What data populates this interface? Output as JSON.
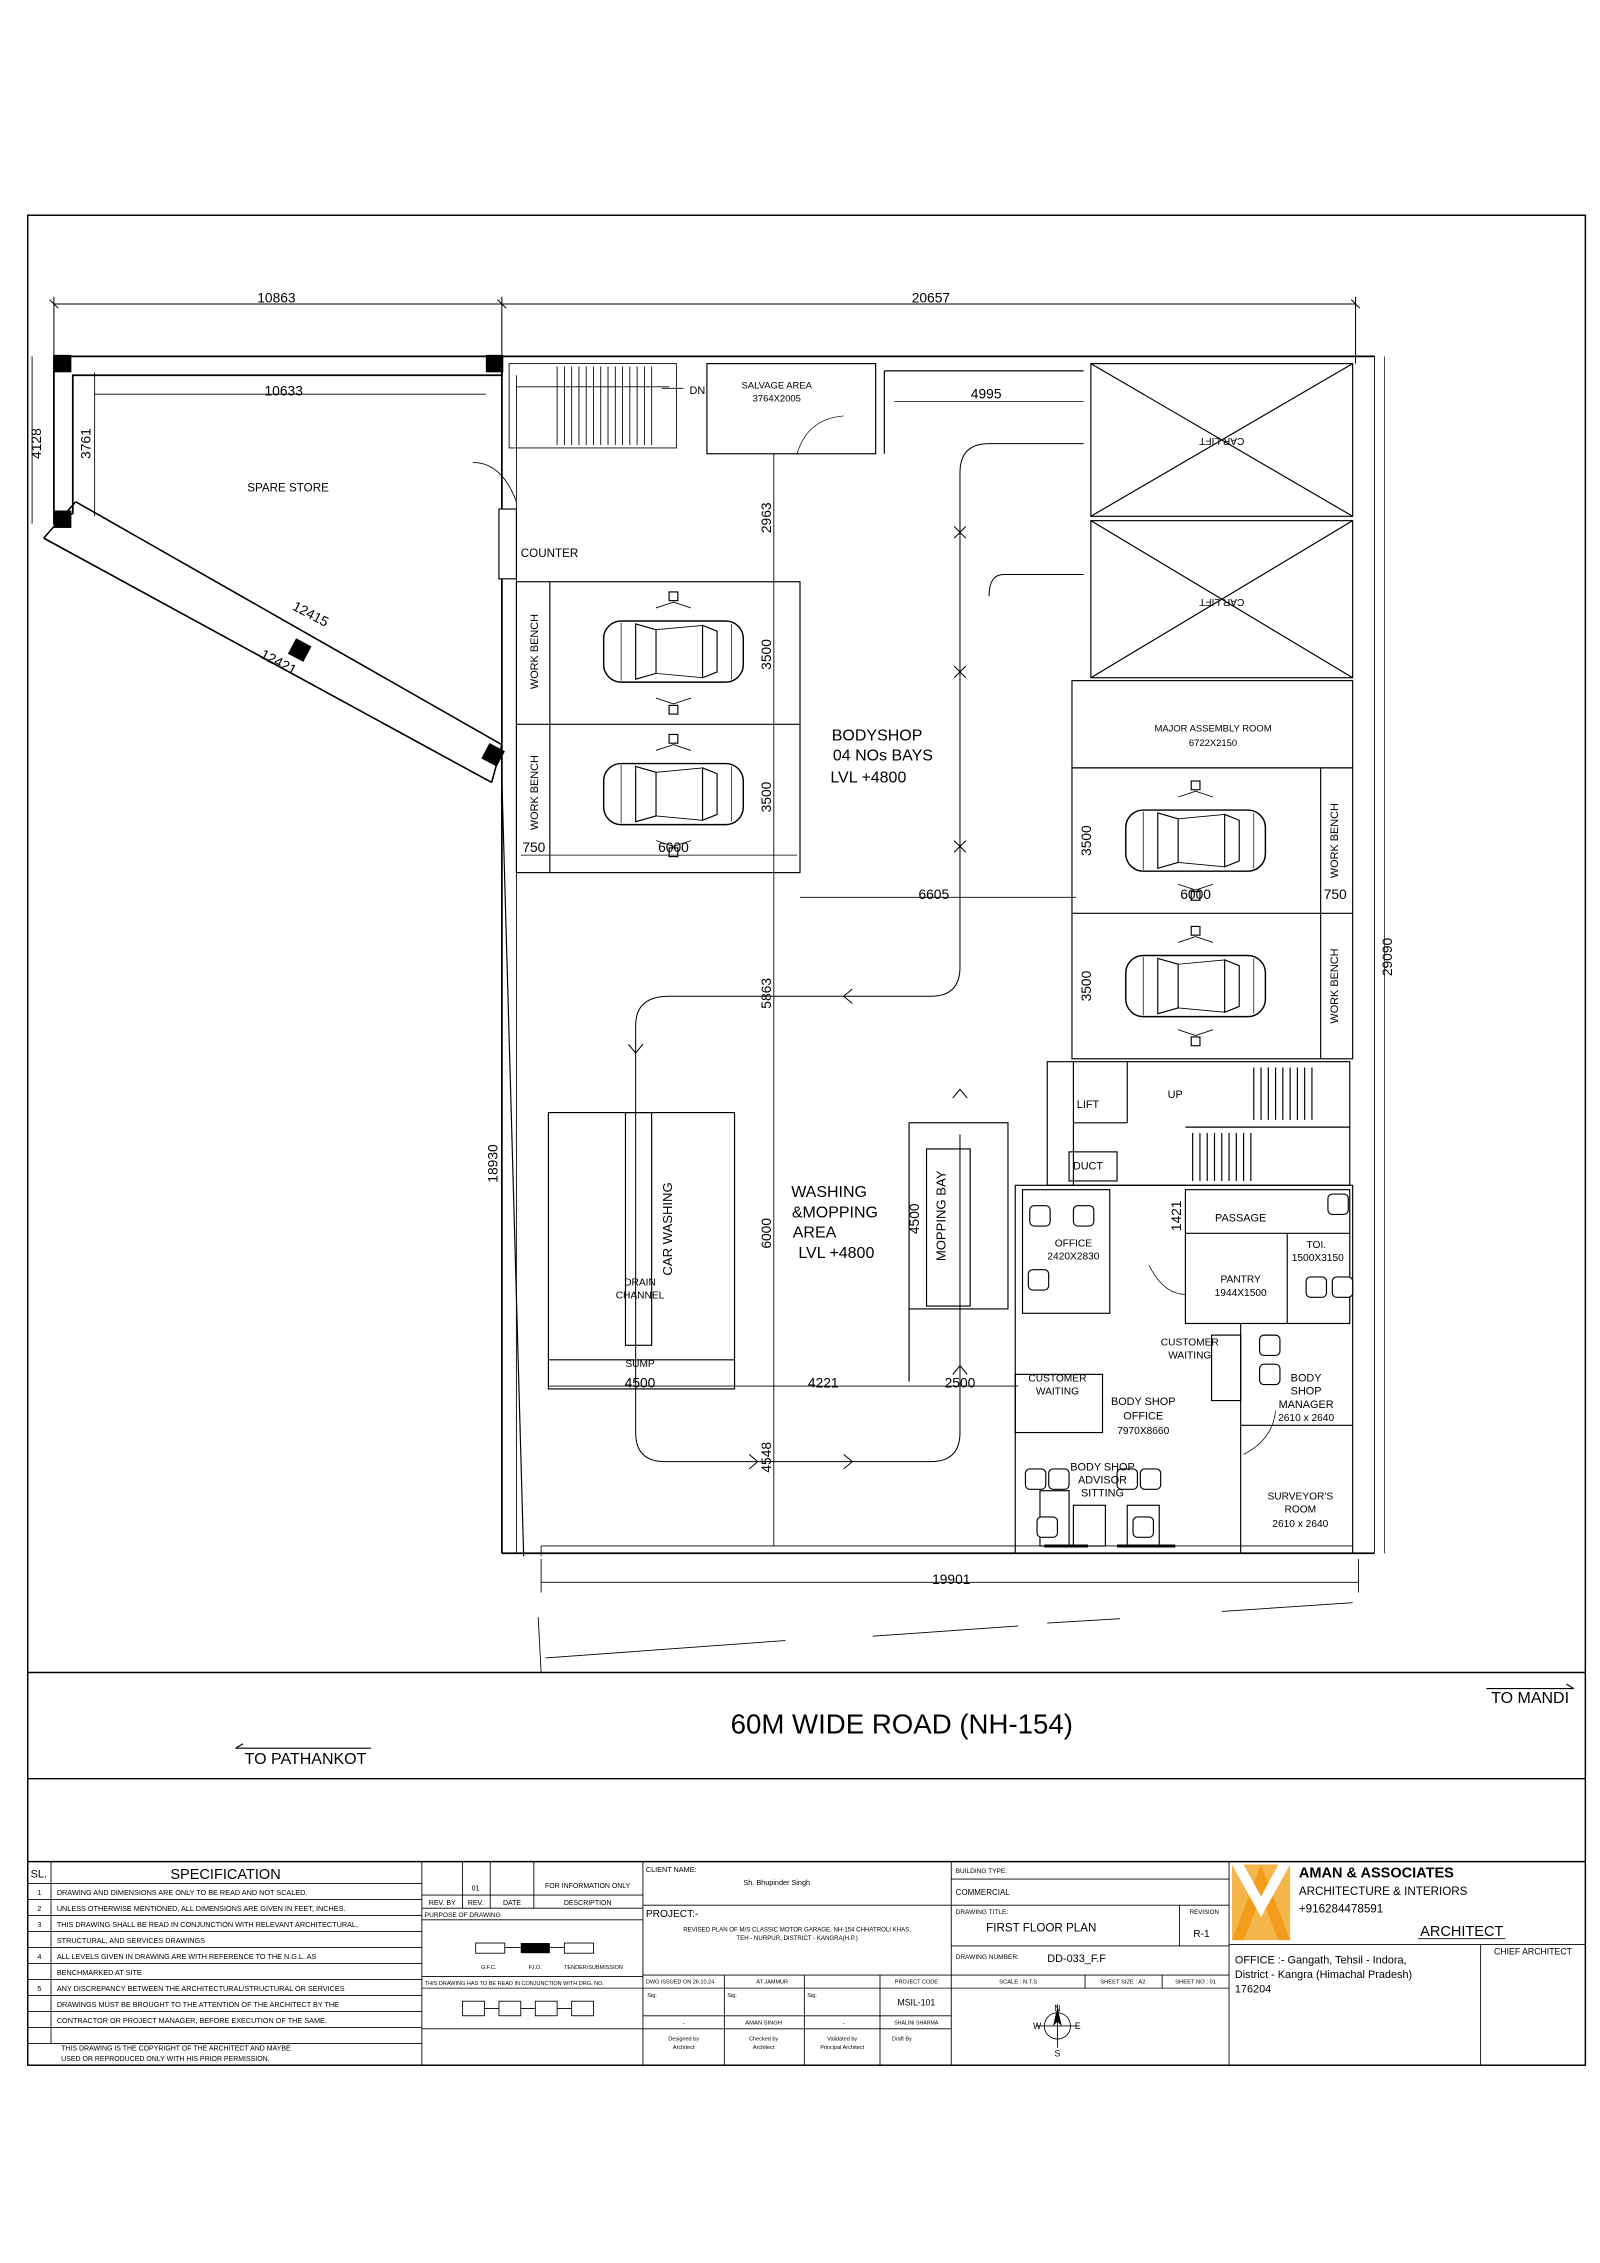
{
  "dimensions": {
    "top_left": "10863",
    "top_right": "20657",
    "store_width": "10633",
    "store_height_outer": "4128",
    "store_height_inner": "3761",
    "diag_outer": "12415",
    "diag_inner": "12421",
    "lane_right": "4995",
    "bay_gap_top": "2963",
    "bay1": "3500",
    "bay2": "3500",
    "bench_left": "750",
    "bay_len_left": "6000",
    "mid_span": "6605",
    "bay_len_right": "6000",
    "bench_right": "750",
    "bay3": "3500",
    "bay4": "3500",
    "overall_right": "29090",
    "lane_mid": "5863",
    "left_long": "18930",
    "wash_len": "6000",
    "mop_len": "4500",
    "passage_h": "1421",
    "wash_w": "4500",
    "mid_w": "4221",
    "mop_w": "2500",
    "bottom_lane": "4548",
    "overall_bottom": "19901"
  },
  "rooms": {
    "spare_store": "SPARE STORE",
    "dn": "DN",
    "salvage": "SALVAGE AREA",
    "salvage_size": "3764X2005",
    "counter": "COUNTER",
    "car_lift": "CAR LIFT",
    "work_bench": "WORK BENCH",
    "bodyshop_1": "BODYSHOP",
    "bodyshop_2": "04 NOs BAYS",
    "bodyshop_3": "LVL +4800",
    "major_room": "MAJOR ASSEMBLY ROOM",
    "major_size": "6722X2150",
    "lift": "LIFT",
    "up": "UP",
    "duct": "DUCT",
    "washing_1": "WASHING",
    "washing_2": "&MOPPING",
    "washing_3": "AREA",
    "washing_4": "LVL +4800",
    "car_washing": "CAR WASHING",
    "mopping_bay": "MOPPING BAY",
    "drain_1": "DRAIN",
    "drain_2": "CHANNEL",
    "sump": "SUMP",
    "office": "OFFICE",
    "office_size": "2420X2830",
    "passage": "PASSAGE",
    "toi": "TOI.",
    "toi_size": "1500X3150",
    "pantry": "PANTRY",
    "pantry_size": "1944X1500",
    "cust_wait_a1": "CUSTOMER",
    "cust_wait_a2": "WAITING",
    "cust_wait_b1": "CUSTOMER",
    "cust_wait_b2": "WAITING",
    "bs_office_1": "BODY SHOP",
    "bs_office_2": "OFFICE",
    "bs_office_3": "7970X8660",
    "bs_manager_1": "BODY",
    "bs_manager_2": "SHOP",
    "bs_manager_3": "MANAGER",
    "bs_manager_4": "2610 x 2640",
    "advisor_1": "BODY SHOP",
    "advisor_2": "ADVISOR",
    "advisor_3": "SITTING",
    "surveyor_1": "SURVEYOR'S",
    "surveyor_2": "ROOM",
    "surveyor_3": "2610 x 2640"
  },
  "road": {
    "title": "60M WIDE ROAD (NH-154)",
    "to_mandi": "TO MANDI",
    "to_pathankot": "TO PATHANKOT"
  },
  "title_block": {
    "sl": "SL.",
    "specification": "SPECIFICATION",
    "spec_rows": [
      {
        "n": "1",
        "t": "DRAWING AND DIMENSIONS ARE ONLY TO BE READ AND NOT SCALED."
      },
      {
        "n": "2",
        "t": "UNLESS OTHERWISE MENTIONED, ALL DIMENSIONS ARE GIVEN IN FEET, INCHES."
      },
      {
        "n": "3",
        "t": "THIS DRAWING SHALL BE READ IN CONJUNCTION WITH RELEVANT ARCHITECTURAL,"
      },
      {
        "n": "",
        "t": "STRUCTURAL, AND SERVICES DRAWINGS"
      },
      {
        "n": "4",
        "t": "ALL LEVELS GIVEN IN  DRAWING ARE WITH REFERENCE TO THE N.G.L. AS"
      },
      {
        "n": "",
        "t": "BENCHMARKED  AT SITE"
      },
      {
        "n": "5",
        "t": "ANY DISCREPANCY BETWEEN THE ARCHITECTURAL/STRUCTURAL OR SERVICES"
      },
      {
        "n": "",
        "t": "DRAWINGS MUST BE BROUGHT TO THE ATTENTION OF THE ARCHITECT BY THE"
      },
      {
        "n": "",
        "t": "CONTRACTOR OR PROJECT MANAGER, BEFORE EXECUTION OF THE SAME."
      }
    ],
    "copyright_1": "THIS DRAWING IS THE COPYRIGHT OF THE ARCHITECT AND MAYBE",
    "copyright_2": "USED OR REPRODUCED ONLY WITH HIS PRIOR PERMISSION.",
    "rev_no": "01",
    "for_info": "FOR INFORMATION ONLY",
    "rev_by": "REV. BY",
    "rev": "REV.",
    "date": "DATE",
    "description": "DESCRIPTION",
    "purpose": "PURPOSE OF DRAWING",
    "gfc": "G.F.C.",
    "fio": "F.I.O.",
    "tender": "TENDER/SUBMISSION",
    "conjunction": "THIS DRAWING HAS TO BE READ IN CONJUNCTION WITH DRG. NO.",
    "client_label": "CLIENT NAME:",
    "client_name": "Sh. Bhupinder Singh",
    "project_label": "PROJECT:-",
    "project_1": "REVISED PLAN OF M/S CLASSIC MOTOR GARAGE, NH-154 CHHATROLI KHAS,",
    "project_2": "TEH - NURPUR, DISTRICT - KANGRA(H.P.)",
    "date_issued": "DWG ISSUED ON 26.10.24",
    "at": "AT JAMMUR",
    "project_code_label": "PROJECT CODE",
    "project_code": "MSIL-101",
    "sig1": "Sig:",
    "sig2": "Sig:",
    "sig3": "Sig:",
    "dash1": "-",
    "aman_singh": "AMAN SINGH",
    "dash2": "-",
    "shalini": "SHALINI SHARMA",
    "designed_by_1": "Designed by",
    "designed_by_2": "Architect",
    "checked_by_1": "Checked by",
    "checked_by_2": "Architect",
    "validated_1": "Validated by",
    "validated_2": "Principal Architect",
    "draft_by": "Draft By",
    "building_type_label": "BUILDING TYPE:",
    "building_type": "COMMERCIAL",
    "drawing_title_label": "DRAWING TITLE:",
    "drawing_title": "FIRST FLOOR PLAN",
    "revision_label": "REVISION",
    "revision": "R-1",
    "drawing_number_label": "DRAWING NUMBER:",
    "drawing_number": "DD-033_F.F",
    "scale": "SCALE : N.T.S",
    "sheet_size": "SHEET SIZE : A2",
    "sheet_no": "SHEET NO : 01",
    "north_n": "N",
    "north_s": "S",
    "north_e": "E",
    "north_w": "W",
    "firm_name": "AMAN & ASSOCIATES",
    "firm_sub": "ARCHITECTURE & INTERIORS",
    "firm_phone": "+916284478591",
    "architect": "ARCHITECT",
    "chief_architect": "CHIEF ARCHITECT",
    "office_1": "OFFICE :-   Gangath, Tehsil - Indora,",
    "office_2": "District - Kangra (Himachal Pradesh)",
    "office_3": "176204",
    "logo_color_1": "#f39c1c",
    "logo_color_2": "#f4b64a"
  }
}
